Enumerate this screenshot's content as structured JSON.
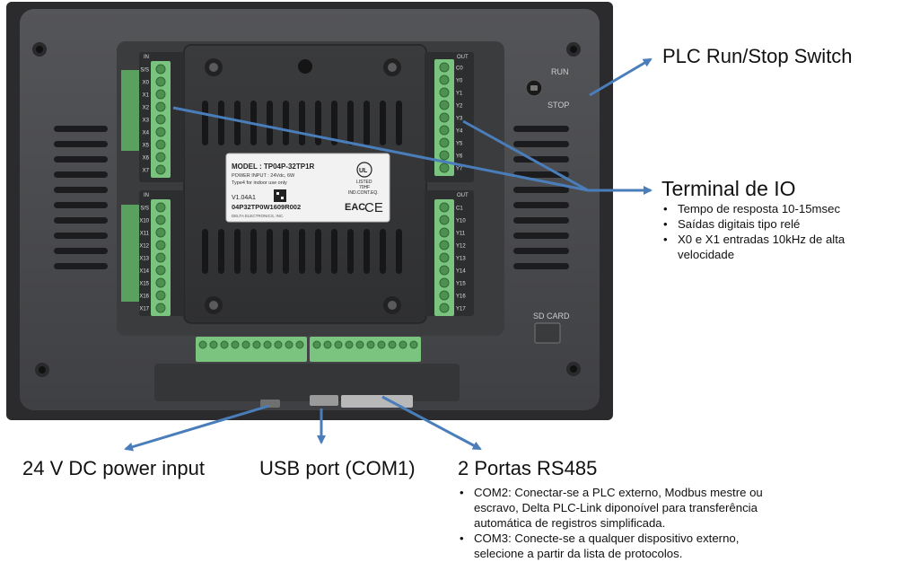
{
  "device": {
    "switch_run": "RUN",
    "switch_stop": "STOP",
    "sd_card": "SD CARD",
    "label_model": "MODEL : TP04P-32TP1R",
    "label_power": "POWER INPUT : 24Vdc, 6W",
    "label_indoor": "Type4 for indoor use only",
    "label_version": "V1.04A1",
    "label_serial": "04P32TP0W1609R002",
    "label_maker": "DELTA ELECTRONICS, INC.",
    "label_listed": "LISTED",
    "label_ind": "IND.CONT.EQ.",
    "label_code": "70HF",
    "label_ul": "UL",
    "label_eac": "EAC",
    "label_ce": "CE",
    "block_in": "IN",
    "block_out": "OUT",
    "pins_in_top": [
      "S/S",
      "X0",
      "X1",
      "X2",
      "X3",
      "X4",
      "X5",
      "X6",
      "X7"
    ],
    "pins_in_bottom": [
      "S/S",
      "X10",
      "X11",
      "X12",
      "X13",
      "X14",
      "X15",
      "X16",
      "X17"
    ],
    "pins_out_top": [
      "C0",
      "Y0",
      "Y1",
      "Y2",
      "Y3",
      "Y4",
      "Y5",
      "Y6",
      "Y7"
    ],
    "pins_out_bottom": [
      "C1",
      "Y10",
      "Y11",
      "Y12",
      "Y13",
      "Y14",
      "Y15",
      "Y16",
      "Y17"
    ]
  },
  "callouts": {
    "run_stop": {
      "title": "PLC Run/Stop Switch"
    },
    "io": {
      "title": "Terminal de IO",
      "bullets": [
        "Tempo de resposta 10-15msec",
        "Saídas digitais tipo relé",
        "X0 e X1 entradas 10kHz de alta velocidade"
      ]
    },
    "power": {
      "title": "24 V DC power input"
    },
    "usb": {
      "title": "USB port (COM1)"
    },
    "rs485": {
      "title": "2 Portas RS485",
      "bullets": [
        "COM2: Conectar-se a PLC externo, Modbus mestre ou escravo, Delta PLC-Link diponoível  para transferência automática de registros simplificada.",
        "COM3: Conecte-se a qualquer dispositivo externo, selecione a partir da lista de protocolos."
      ]
    }
  },
  "colors": {
    "arrow": "#4a7ebb",
    "bezel": "#2e2e30",
    "housing": "#4a4b4e",
    "terminal_green": "#7bc47f",
    "label_white": "#f2f2f2"
  }
}
